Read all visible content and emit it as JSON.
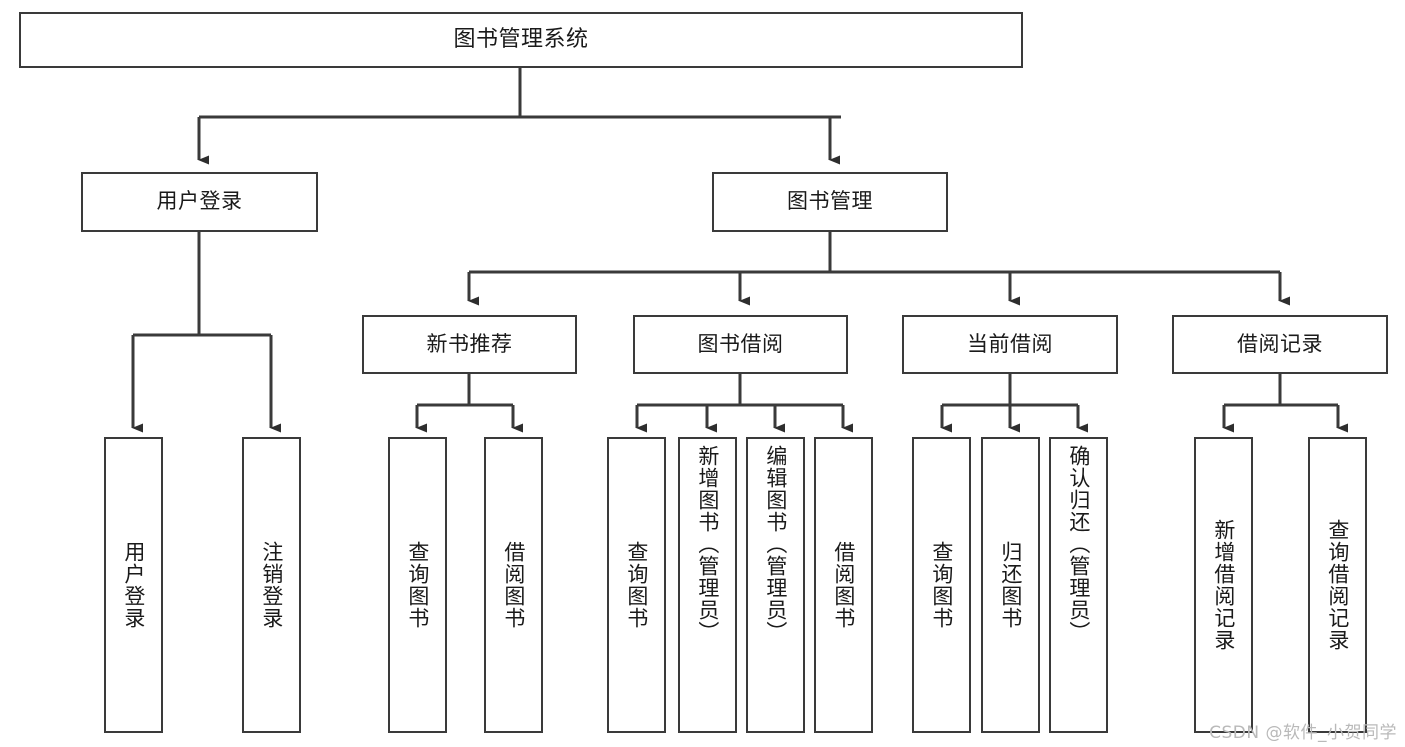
{
  "diagram": {
    "title": "图书管理系统",
    "type": "function-structure-tree",
    "root": {
      "id": "root",
      "label": "图书管理系统"
    },
    "level1": [
      {
        "id": "user-login",
        "label": "用户登录"
      },
      {
        "id": "book-manage",
        "label": "图书管理"
      }
    ],
    "level2": [
      {
        "id": "new-book-recommend",
        "label": "新书推荐",
        "parent": "book-manage"
      },
      {
        "id": "book-borrow",
        "label": "图书借阅",
        "parent": "book-manage"
      },
      {
        "id": "current-borrow",
        "label": "当前借阅",
        "parent": "book-manage"
      },
      {
        "id": "borrow-record",
        "label": "借阅记录",
        "parent": "book-manage"
      }
    ],
    "leaves": {
      "user_login": [
        {
          "id": "leaf-user-login",
          "label": "用户登录"
        },
        {
          "id": "leaf-logout",
          "label": "注销登录"
        }
      ],
      "new_book_recommend": [
        {
          "id": "leaf-query-book-1",
          "label": "查询图书"
        },
        {
          "id": "leaf-borrow-book-1",
          "label": "借阅图书"
        }
      ],
      "book_borrow": [
        {
          "id": "leaf-query-book-2",
          "label": "查询图书"
        },
        {
          "id": "leaf-add-book",
          "label": "新增图书（管理员）"
        },
        {
          "id": "leaf-edit-book",
          "label": "编辑图书（管理员）"
        },
        {
          "id": "leaf-borrow-book-2",
          "label": "借阅图书"
        }
      ],
      "current_borrow": [
        {
          "id": "leaf-query-book-3",
          "label": "查询图书"
        },
        {
          "id": "leaf-return-book",
          "label": "归还图书"
        },
        {
          "id": "leaf-confirm-return",
          "label": "确认归还（管理员）"
        }
      ],
      "borrow_record": [
        {
          "id": "leaf-add-record",
          "label": "新增借阅记录"
        },
        {
          "id": "leaf-query-record",
          "label": "查询借阅记录"
        }
      ]
    }
  },
  "watermark": {
    "text": "CSDN @软件_小贺同学"
  },
  "colors": {
    "stroke": "#3a3a3a",
    "background": "#ffffff",
    "text": "#1a1a1a",
    "watermark": "#b9b9b9"
  }
}
